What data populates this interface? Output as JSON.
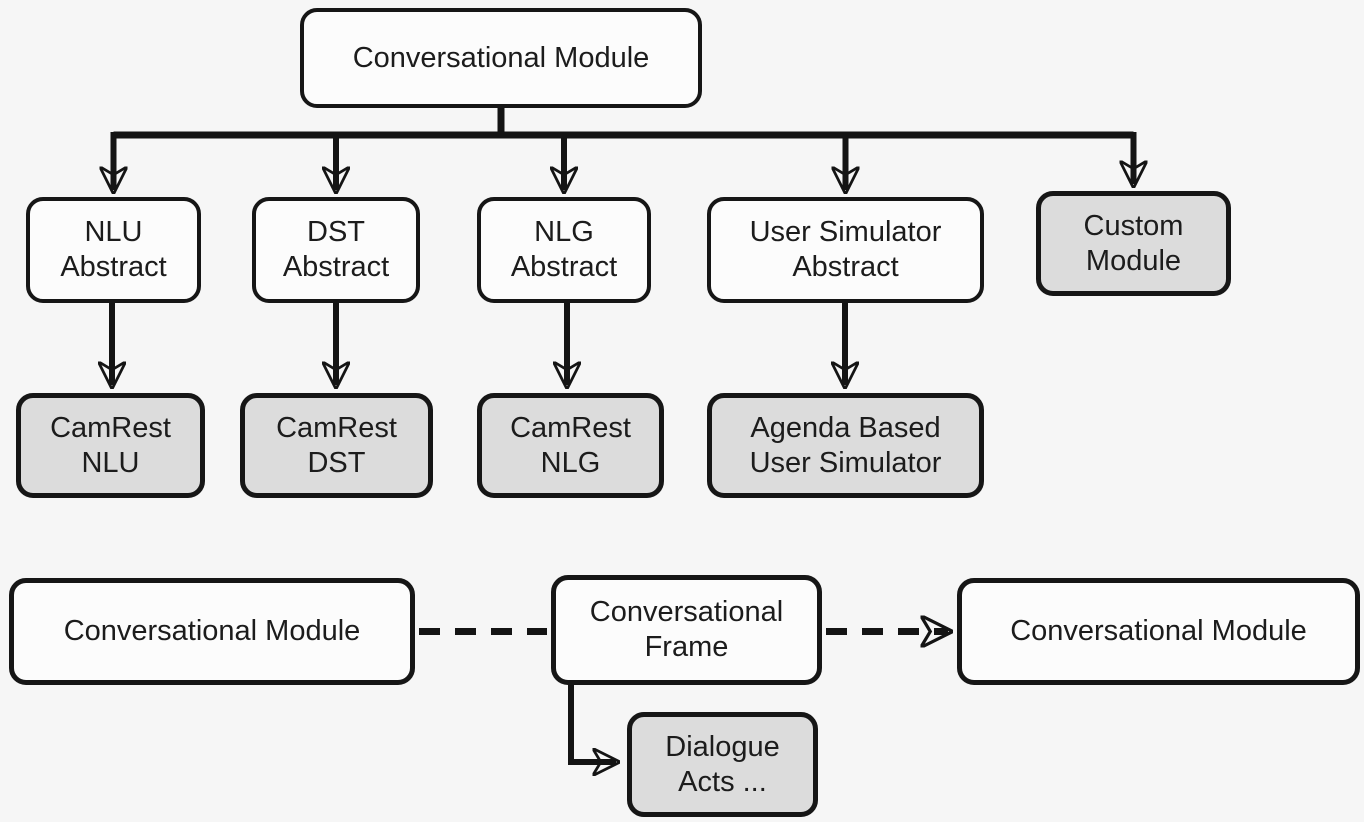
{
  "colors": {
    "background": "#f6f6f6",
    "node-fill": "#fcfcfc",
    "node-fill-concrete": "#dcdcdc",
    "node-border": "#161616",
    "text": "#1c1c1c",
    "connector": "#141414"
  },
  "diagram": {
    "nodes": {
      "root": {
        "label": "Conversational Module",
        "type": "abstract"
      },
      "nlu_abstract": {
        "label": "NLU\nAbstract",
        "type": "abstract"
      },
      "dst_abstract": {
        "label": "DST\nAbstract",
        "type": "abstract"
      },
      "nlg_abstract": {
        "label": "NLG\nAbstract",
        "type": "abstract"
      },
      "user_simulator_abstract": {
        "label": "User Simulator\nAbstract",
        "type": "abstract"
      },
      "custom_module": {
        "label": "Custom\nModule",
        "type": "implementation"
      },
      "camrest_nlu": {
        "label": "CamRest\nNLU",
        "type": "implementation"
      },
      "camrest_dst": {
        "label": "CamRest\nDST",
        "type": "implementation"
      },
      "camrest_nlg": {
        "label": "CamRest\nNLG",
        "type": "implementation"
      },
      "agenda_based_user_simulator": {
        "label": "Agenda Based\nUser Simulator",
        "type": "implementation"
      },
      "conversational_module_left": {
        "label": "Conversational Module",
        "type": "abstract"
      },
      "conversational_frame": {
        "label": "Conversational\nFrame",
        "type": "abstract"
      },
      "conversational_module_right": {
        "label": "Conversational Module",
        "type": "abstract"
      },
      "dialogue_acts": {
        "label": "Dialogue\nActs ...",
        "type": "implementation"
      }
    },
    "edges": [
      {
        "from": "root",
        "to": "nlu_abstract",
        "style": "solid-arrow"
      },
      {
        "from": "root",
        "to": "dst_abstract",
        "style": "solid-arrow"
      },
      {
        "from": "root",
        "to": "nlg_abstract",
        "style": "solid-arrow"
      },
      {
        "from": "root",
        "to": "user_simulator_abstract",
        "style": "solid-arrow"
      },
      {
        "from": "root",
        "to": "custom_module",
        "style": "solid-arrow"
      },
      {
        "from": "nlu_abstract",
        "to": "camrest_nlu",
        "style": "solid-arrow"
      },
      {
        "from": "dst_abstract",
        "to": "camrest_dst",
        "style": "solid-arrow"
      },
      {
        "from": "nlg_abstract",
        "to": "camrest_nlg",
        "style": "solid-arrow"
      },
      {
        "from": "user_simulator_abstract",
        "to": "agenda_based_user_simulator",
        "style": "solid-arrow"
      },
      {
        "from": "conversational_module_left",
        "to": "conversational_frame",
        "style": "dashed"
      },
      {
        "from": "conversational_frame",
        "to": "conversational_module_right",
        "style": "dashed-arrow"
      },
      {
        "from": "conversational_frame",
        "to": "dialogue_acts",
        "style": "solid-arrow"
      }
    ]
  }
}
